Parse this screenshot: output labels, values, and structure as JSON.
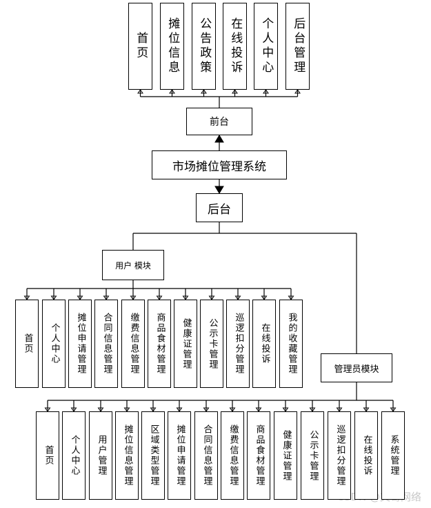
{
  "diagram": {
    "top_modules": [
      "首页",
      "摊位信息",
      "公告政策",
      "在线投诉",
      "个人中心",
      "后台管理"
    ],
    "frontend": "前台",
    "system": "市场摊位管理系统",
    "backend": "后台",
    "user_module": {
      "label": "用户 模块",
      "items": [
        "首页",
        "个人中心",
        "摊位申请管理",
        "合同信息管理",
        "缴费信息管理",
        "商品食材管理",
        "健康证管理",
        "公示卡管理",
        "巡逻扣分管理",
        "在线投诉",
        "我的收藏管理"
      ]
    },
    "admin_module": {
      "label": "管理员模块",
      "items": [
        "首页",
        "个人中心",
        "用户管理",
        "摊位信息管理",
        "区域类型管理",
        "摊位申请管理",
        "合同信息管理",
        "缴费信息管理",
        "商品食材管理",
        "健康证管理",
        "公示卡管理",
        "巡逻扣分管理",
        "在线投诉",
        "系统管理"
      ]
    }
  },
  "watermark": "CSDN @文哥网络"
}
